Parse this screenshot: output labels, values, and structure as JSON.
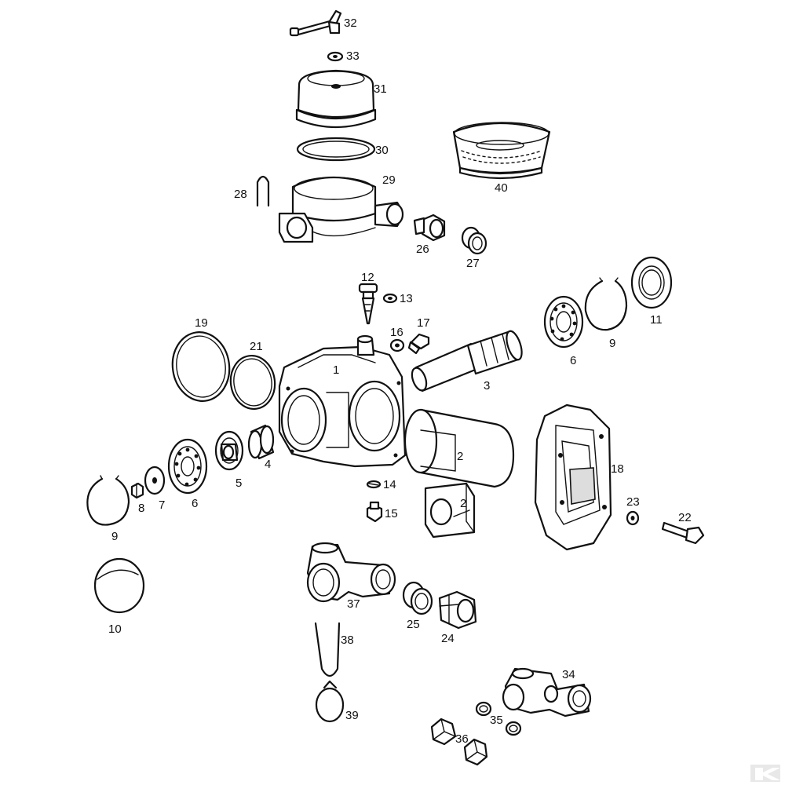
{
  "labels": {
    "l1": "1",
    "l2a": "2",
    "l2b": "2",
    "l3": "3",
    "l4": "4",
    "l5": "5",
    "l6a": "6",
    "l6b": "6",
    "l7": "7",
    "l8": "8",
    "l9a": "9",
    "l9b": "9",
    "l10": "10",
    "l11": "11",
    "l12": "12",
    "l13": "13",
    "l14": "14",
    "l15": "15",
    "l16": "16",
    "l17": "17",
    "l18": "18",
    "l19": "19",
    "l21": "21",
    "l22": "22",
    "l23": "23",
    "l24": "24",
    "l25": "25",
    "l26": "26",
    "l27": "27",
    "l28": "28",
    "l29": "29",
    "l30": "30",
    "l31": "31",
    "l32": "32",
    "l33": "33",
    "l34": "34",
    "l35": "35",
    "l36": "36",
    "l37": "37",
    "l38": "38",
    "l39": "39",
    "l40": "40"
  },
  "watermark_icon": "brand-logo-icon"
}
